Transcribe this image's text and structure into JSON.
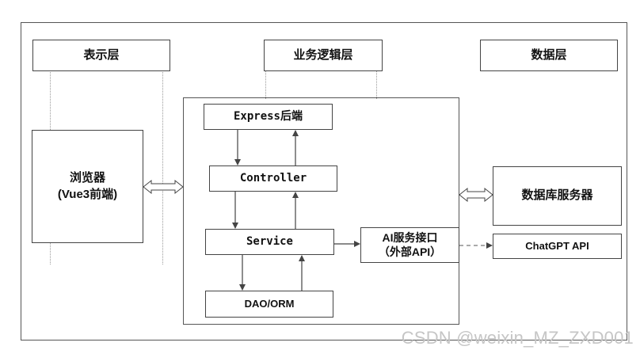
{
  "layers": {
    "presentation": "表示层",
    "business": "业务逻辑层",
    "data": "数据层"
  },
  "nodes": {
    "browser_line1": "浏览器",
    "browser_line2": "(Vue3前端)",
    "express": "Express后端",
    "controller": "Controller",
    "service": "Service",
    "dao": "DAO/ORM",
    "ai_line1": "AI服务接口",
    "ai_line2": "（外部API）",
    "db_server": "数据库服务器",
    "chatgpt": "ChatGPT API"
  },
  "watermark": "CSDN @weixin_MZ_ZXD001"
}
